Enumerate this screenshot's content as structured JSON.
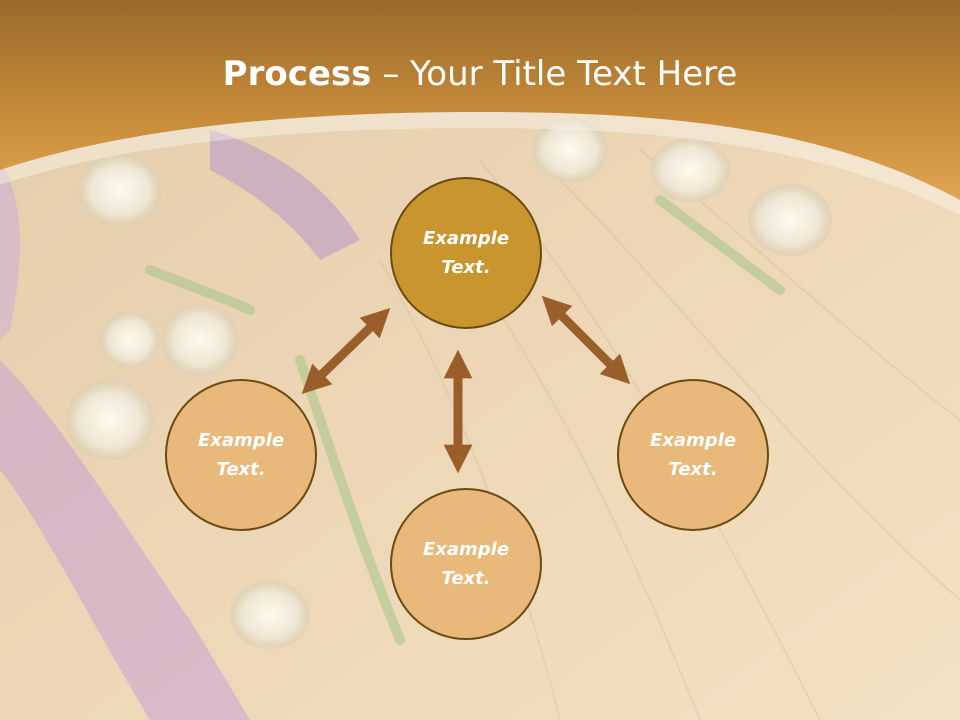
{
  "slide": {
    "title_bold": "Process",
    "title_dash": " – ",
    "title_rest": "Your Title Text Here"
  },
  "nodes": [
    {
      "label": "Example Text.",
      "role": "primary"
    },
    {
      "label": "Example Text.",
      "role": "secondary"
    },
    {
      "label": "Example Text.",
      "role": "secondary"
    },
    {
      "label": "Example Text.",
      "role": "secondary"
    }
  ],
  "colors": {
    "header": "#d9a04a",
    "primary_node": "#c8952e",
    "secondary_node": "#e8b97b",
    "arrow": "#9a5e2a",
    "node_border": "#6b4a12"
  }
}
